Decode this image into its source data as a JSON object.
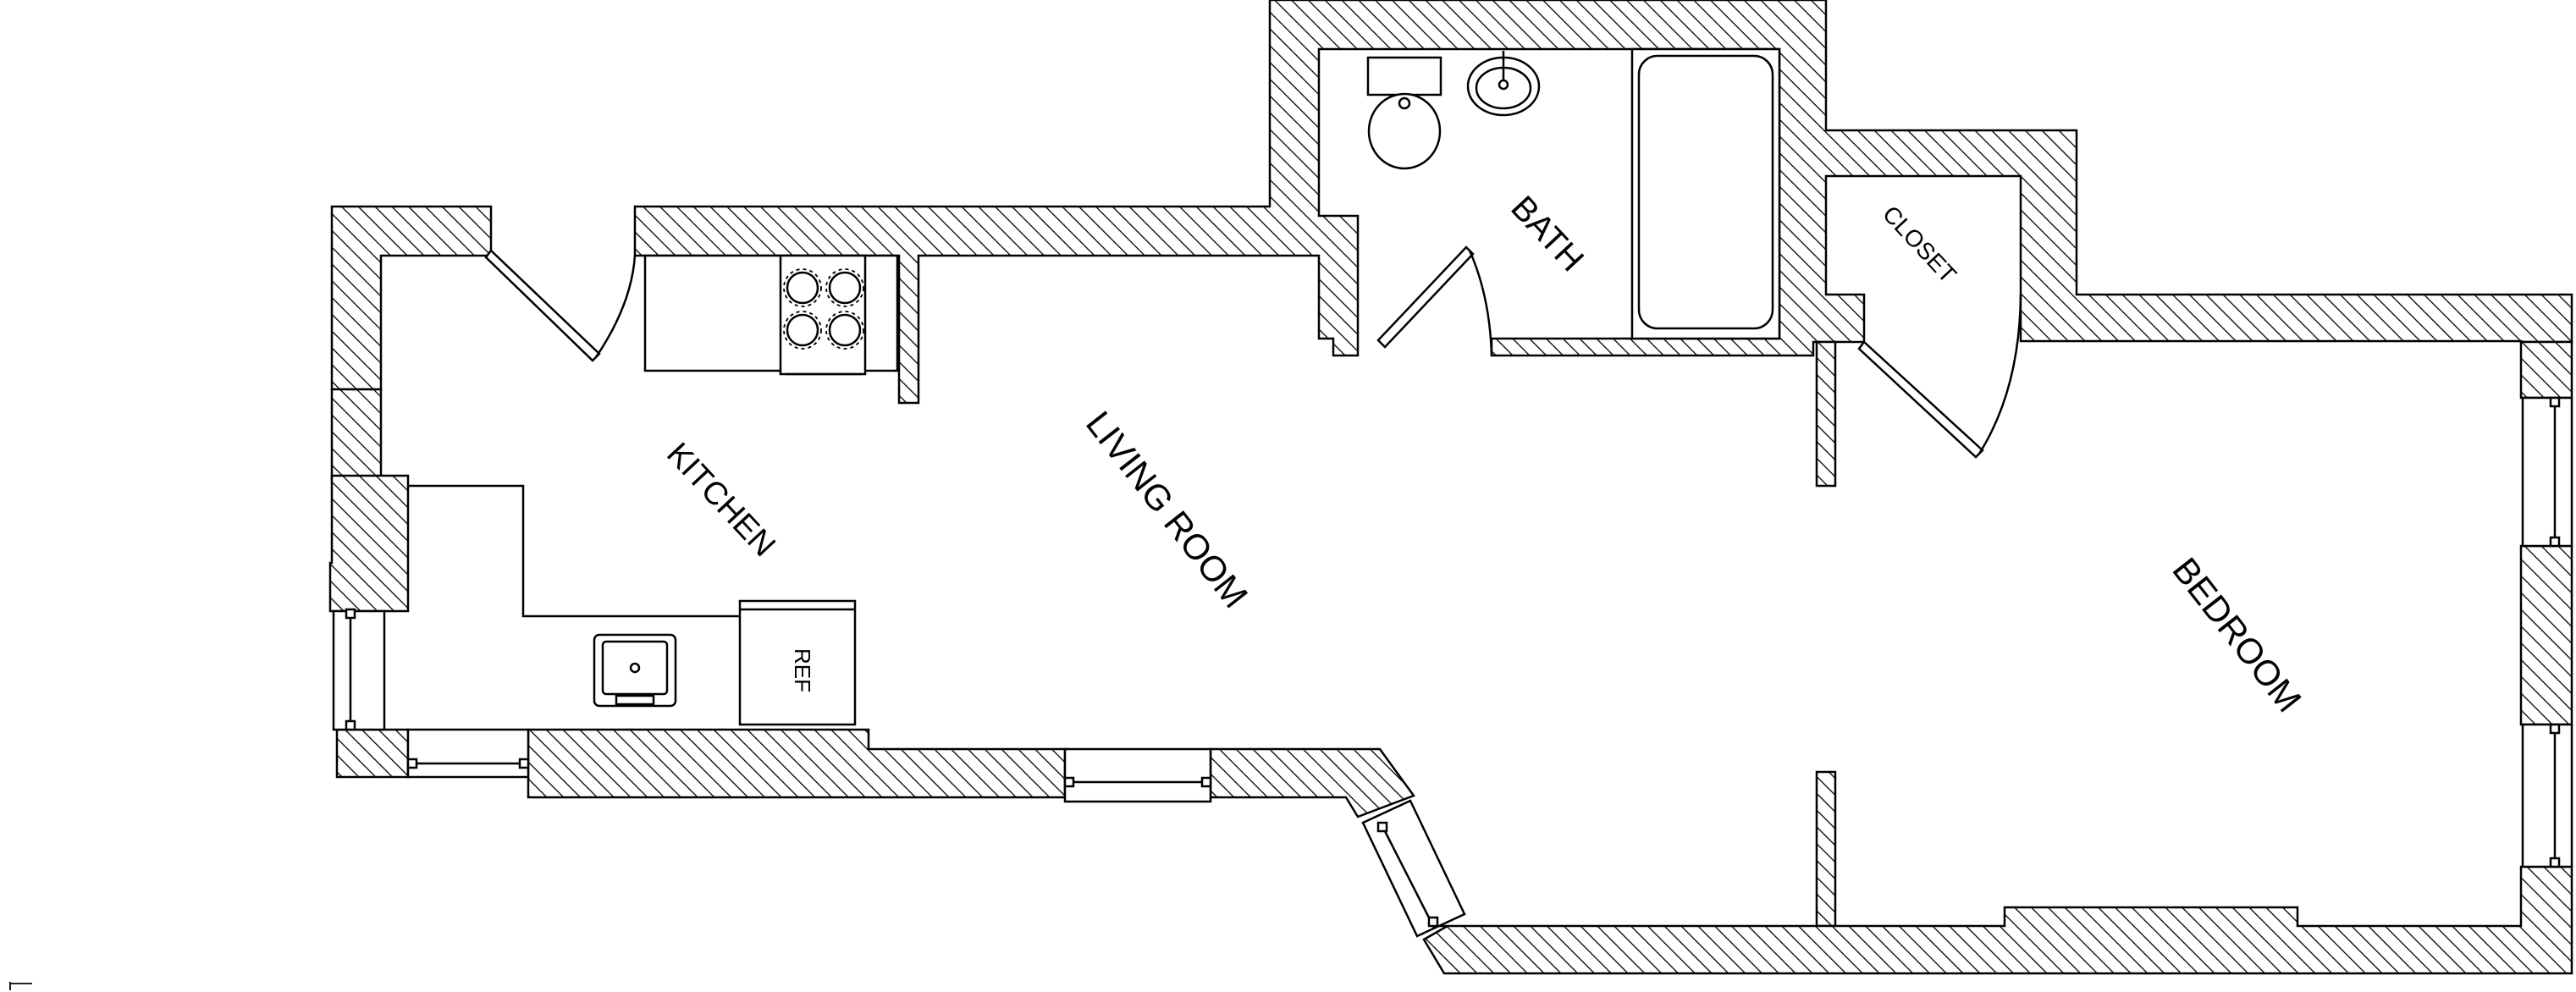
{
  "floor_plan": {
    "rooms": {
      "kitchen": "KITCHEN",
      "living_room": "LIVING ROOM",
      "bath": "BATH",
      "closet": "CLOSET",
      "bedroom": "BEDROOM"
    },
    "fixtures": {
      "refrigerator": "REF"
    }
  },
  "colors": {
    "line": "#000000",
    "background": "#ffffff",
    "wall_hatch": "diagonal-black-on-white"
  },
  "icons": [
    "stove-icon",
    "kitchen-sink-icon",
    "toilet-icon",
    "lavatory-icon",
    "bathtub-icon",
    "door-swing-icon",
    "window-icon"
  ]
}
